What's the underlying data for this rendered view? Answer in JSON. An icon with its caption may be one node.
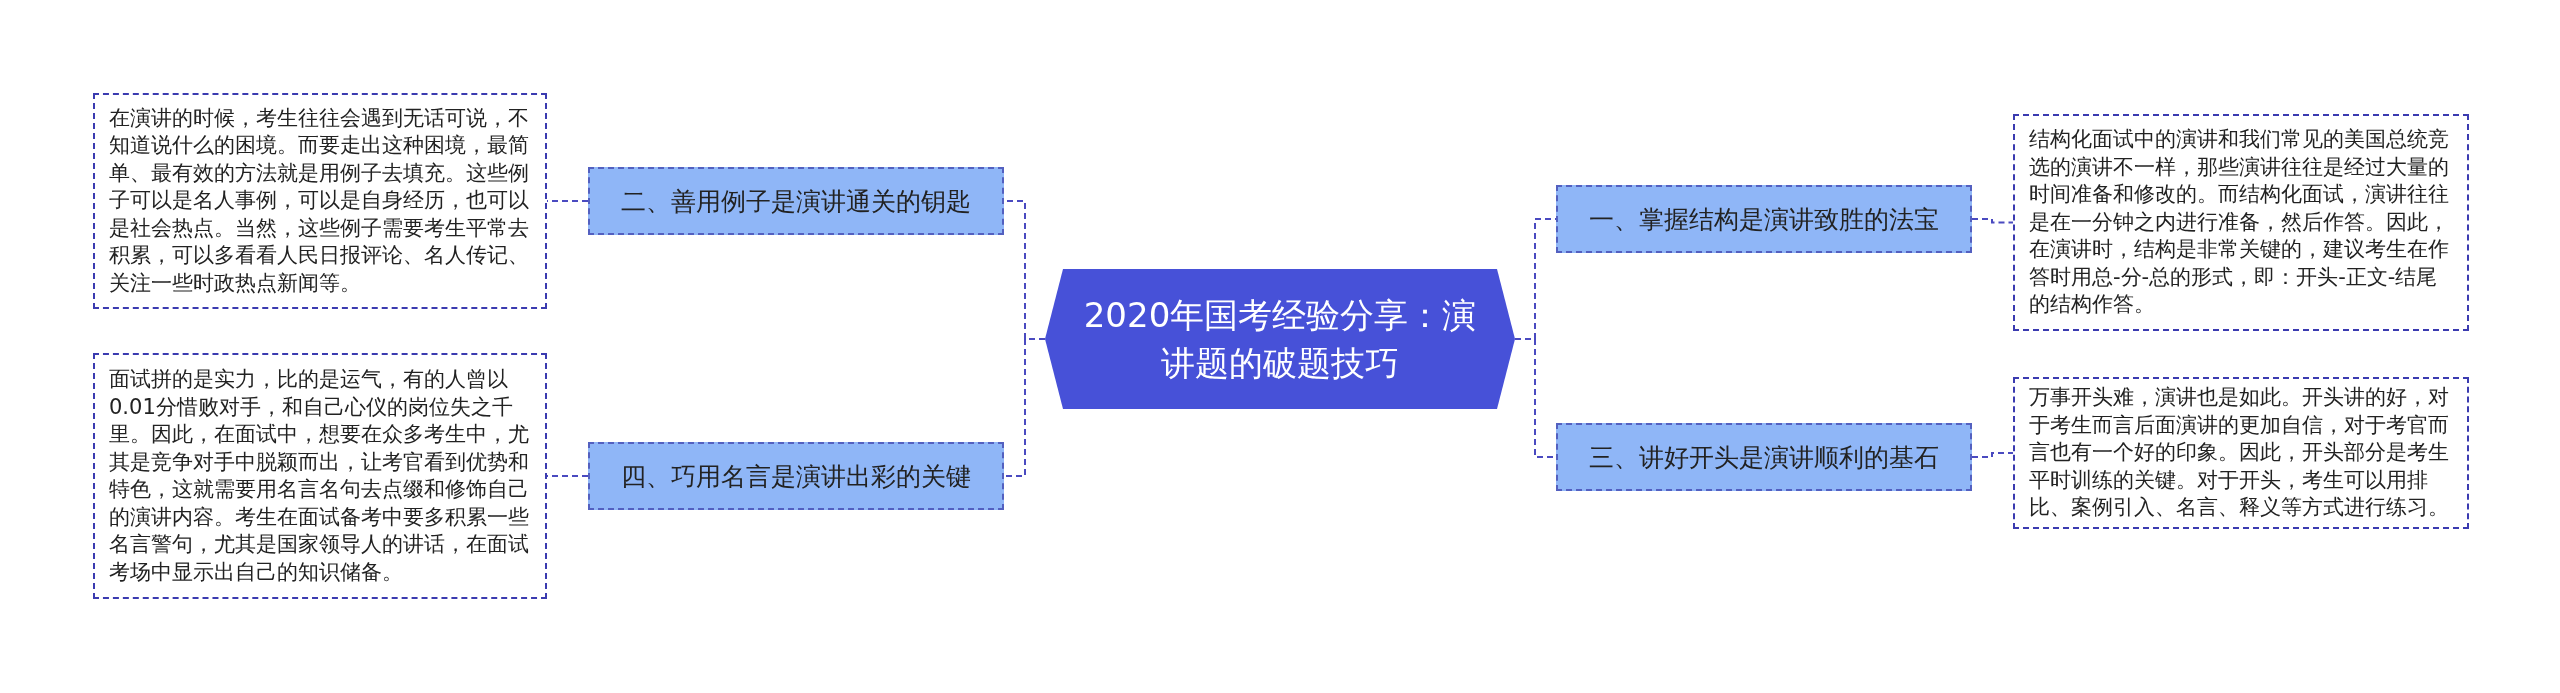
{
  "diagram": {
    "nodes": [
      {
        "text": [
          "2020年国考经验分享：演讲题的破题技巧"
        ]
      },
      {
        "text": [
          "一、掌握结构是演讲致胜的法宝"
        ]
      },
      {
        "text": [
          "结构化面试中的演讲和我们常见的美国总统竞选的演讲不一样，那些演讲往往是经过大量的时间准备和修改的。而结构化面试，演讲往往是在一分钟之内进行准备，然后作答。因此，在演讲时，结构是非常关键的，建议考生在作答时用总-分-总的形式，即：开头-正文-结尾的结构作答。"
        ]
      },
      {
        "text": [
          "三、讲好开头是演讲顺利的基石"
        ]
      },
      {
        "text": [
          "万事开头难，演讲也是如此。开头讲的好，对于考生而言后面演讲的更加自信，对于考官而言也有一个好的印象。因此，开头部分是考生平时训练的关键。对于开头，考生可以用排比、案例引入、名言、释义等方式进行练习。"
        ]
      },
      {
        "text": [
          "二、善用例子是演讲通关的钥匙"
        ]
      },
      {
        "text": [
          "在演讲的时候，考生往往会遇到无话可说，不知道说什么的困境。而要走出这种困境，最简单、最有效的方法就是用例子去填充。这些例子可以是名人事例，可以是自身经历，也可以是社会热点。当然，这些例子需要考生平常去积累，可以多看看人民日报评论、名人传记、关注一些时政热点新闻等。"
        ]
      },
      {
        "text": [
          "四、巧用名言是演讲出彩的关键"
        ]
      },
      {
        "text": [
          "面试拼的是实力，比的是运气，有的人曾以0.01分惜败对手，和自己心仪的岗位失之千里。因此，在面试中，想要在众多考生中，尤其是竞争对手中脱颖而出，让考官看到优势和特色，这就需要用名言名句去点缀和修饰自己的演讲内容。考生在面试备考中要多积累一些名言警句，尤其是国家领导人的讲话，在面试考场中显示出自己的知识储备。"
        ]
      }
    ],
    "edges": [
      {
        "from": 0,
        "to": 1,
        "arrow": "none"
      },
      {
        "from": 1,
        "to": 2,
        "arrow": "none"
      },
      {
        "from": 0,
        "to": 3,
        "arrow": "none"
      },
      {
        "from": 3,
        "to": 4,
        "arrow": "none"
      },
      {
        "from": 0,
        "to": 5,
        "arrow": "none"
      },
      {
        "from": 5,
        "to": 6,
        "arrow": "none"
      },
      {
        "from": 0,
        "to": 7,
        "arrow": "none"
      },
      {
        "from": 7,
        "to": 8,
        "arrow": "none"
      }
    ]
  }
}
